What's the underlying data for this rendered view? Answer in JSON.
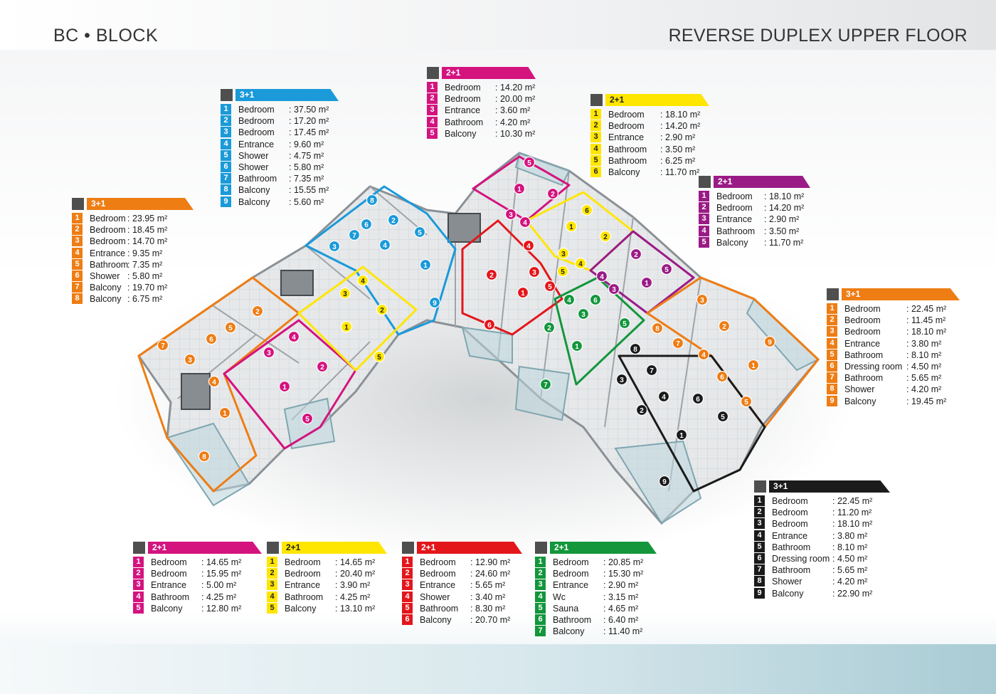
{
  "header": {
    "block": "BC • BLOCK",
    "floor": "REVERSE DUPLEX UPPER FLOOR"
  },
  "colors": {
    "blue": "#1a9ad9",
    "magenta": "#d4137f",
    "yellow": "#ffe600",
    "purple": "#9b1b86",
    "orange": "#ee7d14",
    "red": "#e3161b",
    "green": "#13963c",
    "black": "#1b1b1b"
  },
  "legends": [
    {
      "id": "blue-3-1",
      "type": "3+1",
      "color": "#1a9ad9",
      "text_dark": false,
      "rooms": [
        {
          "n": "1",
          "name": "Bedroom",
          "area": ": 37.50 m²"
        },
        {
          "n": "2",
          "name": "Bedroom",
          "area": ": 17.20 m²"
        },
        {
          "n": "3",
          "name": "Bedroom",
          "area": ": 17.45 m²"
        },
        {
          "n": "4",
          "name": "Entrance",
          "area": ":   9.60 m²"
        },
        {
          "n": "5",
          "name": "Shower",
          "area": ":   4.75 m²"
        },
        {
          "n": "6",
          "name": "Shower",
          "area": ":   5.80 m²"
        },
        {
          "n": "7",
          "name": "Bathroom",
          "area": ":   7.35 m²"
        },
        {
          "n": "8",
          "name": "Balcony",
          "area": ": 15.55 m²"
        },
        {
          "n": "9",
          "name": "Balcony",
          "area": ":   5.60 m²"
        }
      ]
    },
    {
      "id": "magenta-top-2-1",
      "type": "2+1",
      "color": "#d4137f",
      "text_dark": false,
      "rooms": [
        {
          "n": "1",
          "name": "Bedroom",
          "area": ": 14.20 m²"
        },
        {
          "n": "2",
          "name": "Bedroom",
          "area": ": 20.00 m²"
        },
        {
          "n": "3",
          "name": "Entrance",
          "area": ":   3.60 m²"
        },
        {
          "n": "4",
          "name": "Bathroom",
          "area": ":   4.20 m²"
        },
        {
          "n": "5",
          "name": "Balcony",
          "area": ": 10.30 m²"
        }
      ]
    },
    {
      "id": "yellow-top-2-1",
      "type": "2+1",
      "color": "#ffe600",
      "text_dark": true,
      "rooms": [
        {
          "n": "1",
          "name": "Bedroom",
          "area": ": 18.10 m²"
        },
        {
          "n": "2",
          "name": "Bedroom",
          "area": ": 14.20 m²"
        },
        {
          "n": "3",
          "name": "Entrance",
          "area": ":   2.90 m²"
        },
        {
          "n": "4",
          "name": "Bathroom",
          "area": ":   3.50 m²"
        },
        {
          "n": "5",
          "name": "Bathroom",
          "area": ":   6.25 m²"
        },
        {
          "n": "6",
          "name": "Balcony",
          "area": ": 11.70 m²"
        }
      ]
    },
    {
      "id": "purple-2-1",
      "type": "2+1",
      "color": "#9b1b86",
      "text_dark": false,
      "rooms": [
        {
          "n": "1",
          "name": "Bedroom",
          "area": ": 18.10 m²"
        },
        {
          "n": "2",
          "name": "Bedroom",
          "area": ": 14.20 m²"
        },
        {
          "n": "3",
          "name": "Entrance",
          "area": ":   2.90 m²"
        },
        {
          "n": "4",
          "name": "Bathroom",
          "area": ":   3.50 m²"
        },
        {
          "n": "5",
          "name": "Balcony",
          "area": ": 11.70 m²"
        }
      ]
    },
    {
      "id": "orange-left-3-1",
      "type": "3+1",
      "color": "#ee7d14",
      "text_dark": false,
      "rooms": [
        {
          "n": "1",
          "name": "Bedroom",
          "area": ": 23.95 m²"
        },
        {
          "n": "2",
          "name": "Bedroom",
          "area": ": 18.45 m²"
        },
        {
          "n": "3",
          "name": "Bedroom",
          "area": ": 14.70 m²"
        },
        {
          "n": "4",
          "name": "Entrance",
          "area": ":   9.35 m²"
        },
        {
          "n": "5",
          "name": "Bathroom",
          "area": ":   7.35 m²"
        },
        {
          "n": "6",
          "name": "Shower",
          "area": ":   5.80 m²"
        },
        {
          "n": "7",
          "name": "Balcony",
          "area": ": 19.70 m²"
        },
        {
          "n": "8",
          "name": "Balcony",
          "area": ":   6.75 m²"
        }
      ]
    },
    {
      "id": "orange-right-3-1",
      "type": "3+1",
      "color": "#ee7d14",
      "text_dark": false,
      "rooms": [
        {
          "n": "1",
          "name": "Bedroom",
          "area": ": 22.45 m²"
        },
        {
          "n": "2",
          "name": "Bedroom",
          "area": ": 11.45 m²"
        },
        {
          "n": "3",
          "name": "Bedroom",
          "area": ": 18.10 m²"
        },
        {
          "n": "4",
          "name": "Entrance",
          "area": ":   3.80 m²"
        },
        {
          "n": "5",
          "name": "Bathroom",
          "area": ":   8.10 m²"
        },
        {
          "n": "6",
          "name": "Dressing room",
          "area": ":   4.50 m²"
        },
        {
          "n": "7",
          "name": "Bathroom",
          "area": ":   5.65 m²"
        },
        {
          "n": "8",
          "name": "Shower",
          "area": ":   4.20 m²"
        },
        {
          "n": "9",
          "name": "Balcony",
          "area": ": 19.45 m²"
        }
      ]
    },
    {
      "id": "black-3-1",
      "type": "3+1",
      "color": "#1b1b1b",
      "text_dark": false,
      "rooms": [
        {
          "n": "1",
          "name": "Bedroom",
          "area": ": 22.45 m²"
        },
        {
          "n": "2",
          "name": "Bedroom",
          "area": ": 11.20 m²"
        },
        {
          "n": "3",
          "name": "Bedroom",
          "area": ": 18.10 m²"
        },
        {
          "n": "4",
          "name": "Entrance",
          "area": ":   3.80 m²"
        },
        {
          "n": "5",
          "name": "Bathroom",
          "area": ":   8.10 m²"
        },
        {
          "n": "6",
          "name": "Dressing room",
          "area": ":   4.50 m²"
        },
        {
          "n": "7",
          "name": "Bathroom",
          "area": ":   5.65 m²"
        },
        {
          "n": "8",
          "name": "Shower",
          "area": ":   4.20 m²"
        },
        {
          "n": "9",
          "name": "Balcony",
          "area": ": 22.90 m²"
        }
      ]
    },
    {
      "id": "magenta-bottom-2-1",
      "type": "2+1",
      "color": "#d4137f",
      "text_dark": false,
      "rooms": [
        {
          "n": "1",
          "name": "Bedroom",
          "area": ": 14.65 m²"
        },
        {
          "n": "2",
          "name": "Bedroom",
          "area": ": 15.95 m²"
        },
        {
          "n": "3",
          "name": "Entrance",
          "area": ":   5.00 m²"
        },
        {
          "n": "4",
          "name": "Bathroom",
          "area": ":   4.25 m²"
        },
        {
          "n": "5",
          "name": "Balcony",
          "area": ": 12.80 m²"
        }
      ]
    },
    {
      "id": "yellow-bottom-2-1",
      "type": "2+1",
      "color": "#ffe600",
      "text_dark": true,
      "rooms": [
        {
          "n": "1",
          "name": "Bedroom",
          "area": ": 14.65 m²"
        },
        {
          "n": "2",
          "name": "Bedroom",
          "area": ": 20.40 m²"
        },
        {
          "n": "3",
          "name": "Entrance",
          "area": ":   3.90 m²"
        },
        {
          "n": "4",
          "name": "Bathroom",
          "area": ":   4.25 m²"
        },
        {
          "n": "5",
          "name": "Balcony",
          "area": ": 13.10 m²"
        }
      ]
    },
    {
      "id": "red-2-1",
      "type": "2+1",
      "color": "#e3161b",
      "text_dark": false,
      "rooms": [
        {
          "n": "1",
          "name": "Bedroom",
          "area": ": 12.90 m²"
        },
        {
          "n": "2",
          "name": "Bedroom",
          "area": ": 24.60 m²"
        },
        {
          "n": "3",
          "name": "Entrance",
          "area": ":   5.65 m²"
        },
        {
          "n": "4",
          "name": "Shower",
          "area": ":   3.40 m²"
        },
        {
          "n": "5",
          "name": "Bathroom",
          "area": ":   8.30 m²"
        },
        {
          "n": "6",
          "name": "Balcony",
          "area": ": 20.70 m²"
        }
      ]
    },
    {
      "id": "green-2-1",
      "type": "2+1",
      "color": "#13963c",
      "text_dark": false,
      "rooms": [
        {
          "n": "1",
          "name": "Bedroom",
          "area": ": 20.85 m²"
        },
        {
          "n": "2",
          "name": "Bedroom",
          "area": ": 15.30 m²"
        },
        {
          "n": "3",
          "name": "Entrance",
          "area": ":   2.90 m²"
        },
        {
          "n": "4",
          "name": "Wc",
          "area": ":   3.15 m²"
        },
        {
          "n": "5",
          "name": "Sauna",
          "area": ":   4.65 m²"
        },
        {
          "n": "6",
          "name": "Bathroom",
          "area": ":   6.40 m²"
        },
        {
          "n": "7",
          "name": "Balcony",
          "area": ": 11.40 m²"
        }
      ]
    }
  ]
}
